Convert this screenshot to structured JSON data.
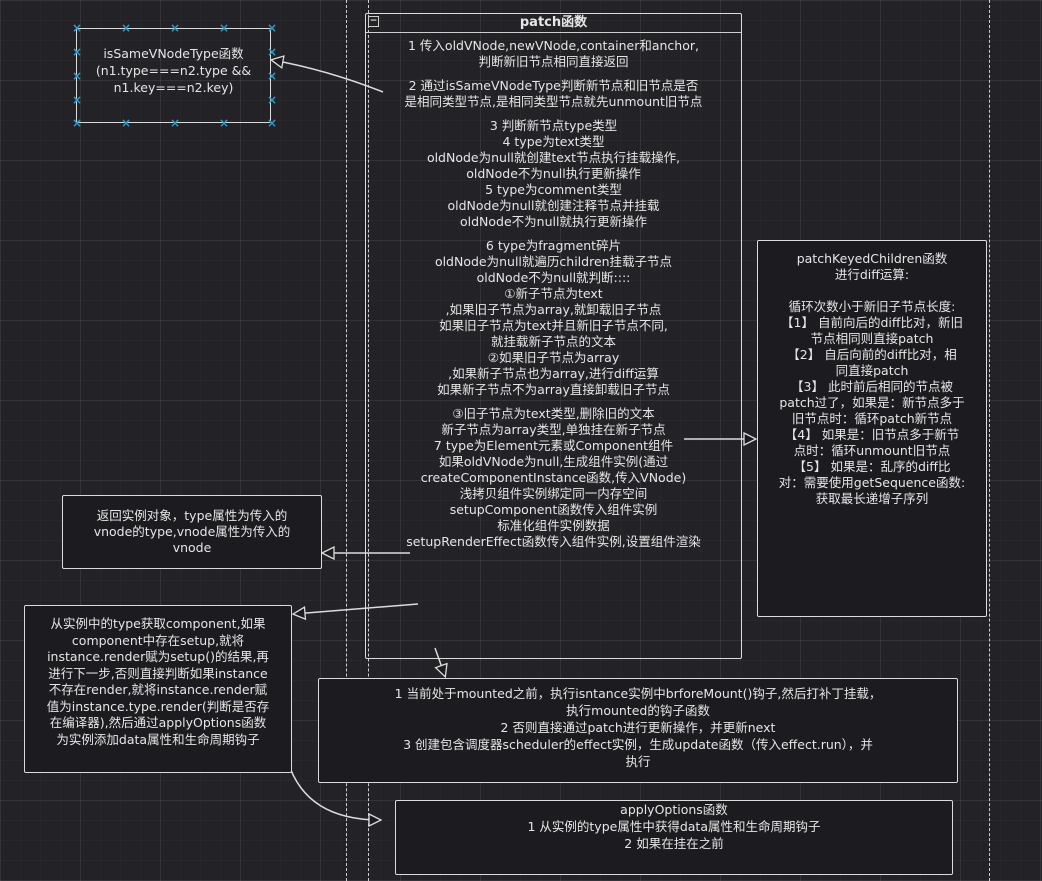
{
  "isSameVNodeType_box": {
    "lines": [
      "isSameVNodeType函数",
      "(n1.type===n2.type &&",
      "n1.key===n2.key)"
    ]
  },
  "patch_box": {
    "title": "patch函数",
    "lines": [
      "1  传入oldVNode,newVNode,container和anchor,",
      "判断新旧节点相同直接返回",
      "",
      "2 通过isSameVNodeType判断新节点和旧节点是否",
      "是相同类型节点,是相同类型节点就先unmount旧节点",
      "",
      "3  判断新节点type类型",
      "4  type为text类型",
      "oldNode为null就创建text节点执行挂载操作,",
      "oldNode不为null执行更新操作",
      "5   type为comment类型",
      "oldNode为null就创建注释节点并挂载",
      "oldNode不为null就执行更新操作",
      "",
      "6   type为fragment碎片",
      "oldNode为null就遍历children挂载子节点",
      "oldNode不为null就判断::::",
      "①新子节点为text",
      ",如果旧子节点为array,就卸载旧子节点",
      "如果旧子节点为text并且新旧子节点不同,",
      "就挂载新子节点的文本",
      "②如果旧子节点为array",
      ",如果新子节点也为array,进行diff运算",
      "如果新子节点不为array直接卸载旧子节点",
      "",
      "③旧子节点为text类型,删除旧的文本",
      "新子节点为array类型,单独挂在新子节点",
      "7   type为Element元素或Component组件",
      "如果oldVNode为null,生成组件实例(通过",
      "createComponentInstance函数,传入VNode)",
      "浅拷贝组件实例绑定同一内存空间",
      "setupComponent函数传入组件实例",
      "标准化组件实例数据",
      "setupRenderEffect函数传入组件实例,设置组件渲染"
    ]
  },
  "patchKeyedChildren_box": {
    "lines": [
      "patchKeyedChildren函数",
      "进行diff运算:",
      "",
      "",
      "循环次数小于新旧子节点长度:",
      "【1】  自前向后的diff比对，新旧",
      "节点相同则直接patch",
      "【2】  自后向前的diff比对，相",
      "同直接patch",
      "【3】  此时前后相同的节点被",
      "patch过了，如果是：新节点多于",
      "旧节点时：循环patch新节点",
      "【4】  如果是：旧节点多于新节",
      "点时：循环unmount旧节点",
      "【5】  如果是：乱序的diff比",
      "对：需要使用getSequence函数:",
      "获取最长递增子序列"
    ]
  },
  "return_box": {
    "lines": [
      "返回实例对象，type属性为传入的",
      "vnode的type,vnode属性为传入的",
      "vnode"
    ]
  },
  "instance_box": {
    "lines": [
      "从实例中的type获取component,如果",
      "component中存在setup,就将",
      "instance.render赋为setup()的结果,再",
      "进行下一步,否则直接判断如果instance",
      "不存在render,就将instance.render赋",
      "值为instance.type.render(判断是否存",
      "在编译器),然后通过applyOptions函数",
      "为实例添加data属性和生命周期钩子"
    ]
  },
  "mounted_box": {
    "lines": [
      "1    当前处于mounted之前，执行isntance实例中brforeMount()钩子,然后打补丁挂载，",
      "执行mounted的钩子函数",
      "2   否则直接通过patch进行更新操作，并更新next",
      "3   创建包含调度器scheduler的effect实例，生成update函数（传入effect.run），并",
      "执行"
    ]
  },
  "applyOptions_box": {
    "lines": [
      "applyOptions函数",
      "1  从实例的type属性中获得data属性和生命周期钩子",
      "2  如果在挂在之前"
    ]
  }
}
